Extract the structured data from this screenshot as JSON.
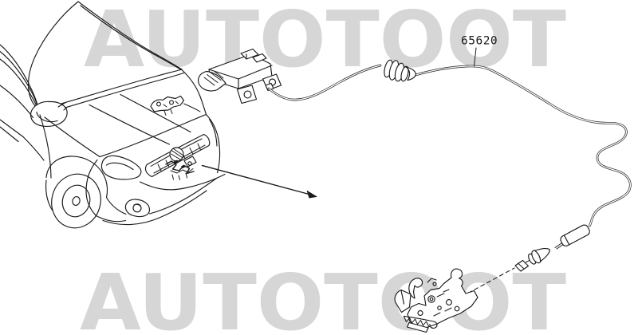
{
  "page": {
    "background": "#ffffff"
  },
  "watermark": {
    "text": "AUTOTOOT",
    "color": "#d6d6d6"
  },
  "diagram": {
    "part_label": "65620",
    "line_color": "#1a1a1a",
    "description": "hood-lock-control-cable-exploded-view"
  }
}
